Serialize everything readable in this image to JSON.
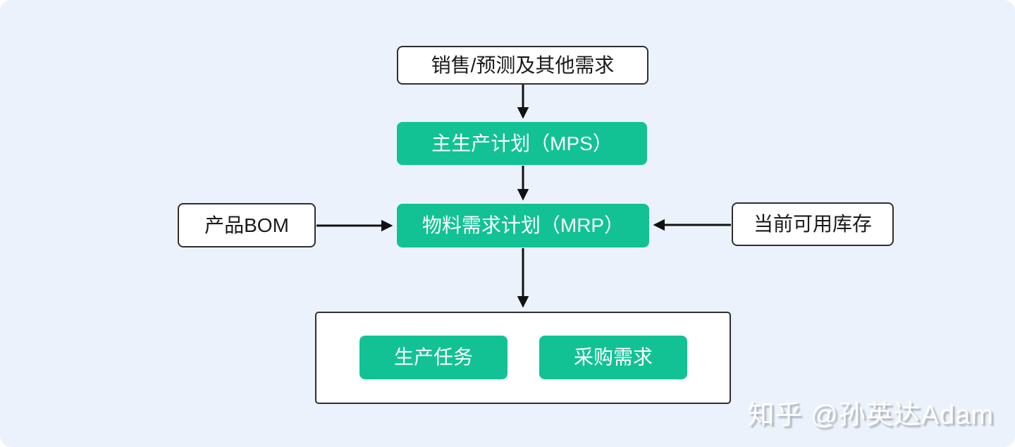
{
  "canvas": {
    "background_color": "#ecf2fb",
    "accent_green": "#12c294",
    "border_color": "#2f2f2f",
    "arrow_color": "#111111"
  },
  "diagram": {
    "nodes": {
      "demand": {
        "label": "销售/预测及其他需求",
        "style": "white"
      },
      "mps": {
        "label": "主生产计划（MPS）",
        "style": "green"
      },
      "mrp": {
        "label": "物料需求计划（MRP）",
        "style": "green"
      },
      "bom": {
        "label": "产品BOM",
        "style": "white"
      },
      "inventory": {
        "label": "当前可用库存",
        "style": "white"
      },
      "production": {
        "label": "生产任务",
        "style": "green"
      },
      "purchase": {
        "label": "采购需求",
        "style": "green"
      }
    },
    "edges": [
      {
        "from": "demand",
        "to": "mps"
      },
      {
        "from": "mps",
        "to": "mrp"
      },
      {
        "from": "bom",
        "to": "mrp"
      },
      {
        "from": "inventory",
        "to": "mrp"
      },
      {
        "from": "mrp",
        "to": "outputs-group"
      }
    ]
  },
  "watermark": {
    "text": "知乎 @孙英达Adam"
  }
}
